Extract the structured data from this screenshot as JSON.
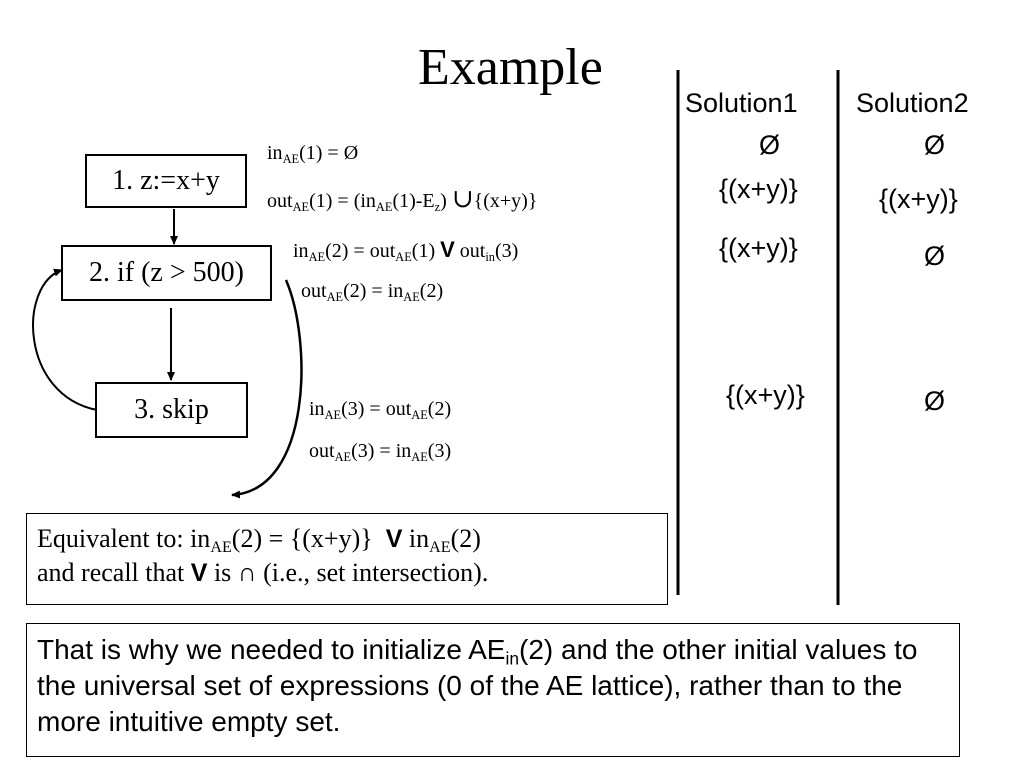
{
  "title": "Example",
  "nodes": [
    {
      "label": "1. z:=x+y"
    },
    {
      "label": "2. if (z > 500)"
    },
    {
      "label": "3. skip"
    }
  ],
  "eq": {
    "sub_ae": "AE",
    "sub_z": "z",
    "sub_in": "in",
    "in_prefix": "in",
    "out_prefix": "out",
    "v_symbol": "V",
    "e1a_rest": "(1) = Ø",
    "e1b_a": "(1) = (in",
    "e1b_b": "(1)-E",
    "e1b_c": ")",
    "e1b_union": "∪",
    "e1b_d": "{(x+y)}",
    "e2a_a": "(2) = out",
    "e2a_b": "(1)",
    "e2a_c": "out",
    "e2a_d": "(3)",
    "e2b_a": "(2) = in",
    "e2b_b": "(2)",
    "e3a_a": "(3) = out",
    "e3a_b": "(2)",
    "e3b_a": "(3) = in",
    "e3b_b": "(3)"
  },
  "columns": {
    "solution1": {
      "header": "Solution1",
      "values": [
        "Ø",
        "{(x+y)}",
        "{(x+y)}",
        "{(x+y)}"
      ]
    },
    "solution2": {
      "header": "Solution2",
      "values": [
        "Ø",
        "{(x+y)}",
        "Ø",
        "Ø"
      ]
    }
  },
  "note1": {
    "line1_a": "Equivalent to: in",
    "line1_sub": "AE",
    "line1_b": "(2) = {(x+y)}",
    "line1_v": "V",
    "line1_c": " in",
    "line1_sub2": "AE",
    "line1_d": "(2)",
    "line2_a": "and recall that ",
    "line2_v": "V",
    "line2_b": " is ∩ (i.e., set intersection)."
  },
  "note2": {
    "a": "That is why we needed to initialize AE",
    "sub": "in",
    "b": "(2) and the other initial values to the universal set of expressions (0 of the AE lattice), rather than to the more intuitive empty set."
  }
}
